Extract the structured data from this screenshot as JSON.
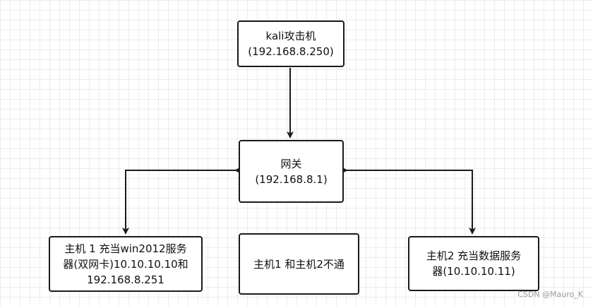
{
  "diagram": {
    "nodes": {
      "kali": {
        "label": "kali攻击机\n(192.168.8.250)"
      },
      "gateway": {
        "label": "网关\n(192.168.8.1)"
      },
      "host1": {
        "label": "主机 1 充当win2012服务\n器(双网卡)10.10.10.10和\n192.168.8.251"
      },
      "note": {
        "label": "主机1 和主机2不通"
      },
      "host2": {
        "label": "主机2 充当数据服务\n器(10.10.10.11)"
      }
    },
    "edges": [
      {
        "from": "kali",
        "to": "gateway",
        "direction": "forward"
      },
      {
        "from": "gateway",
        "to": "host1",
        "direction": "both"
      },
      {
        "from": "gateway",
        "to": "host2",
        "direction": "both"
      }
    ],
    "colors": {
      "line": "#1a1a1a",
      "border": "#1a1a1a",
      "text": "#111111",
      "grid": "#ececec"
    }
  },
  "watermark": "CSDN @Mauro_K"
}
